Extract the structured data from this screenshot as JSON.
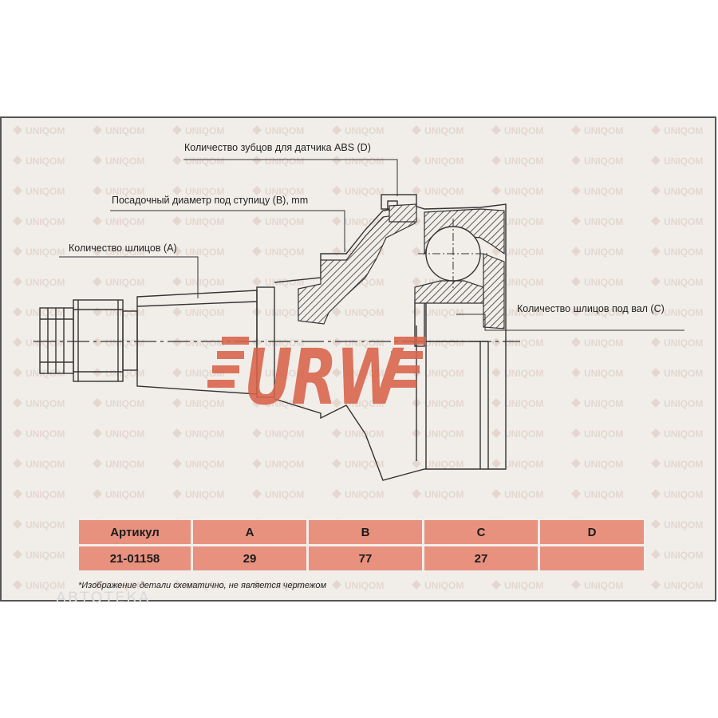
{
  "watermark": {
    "text": "UNIQOM"
  },
  "logo": {
    "text": "URW"
  },
  "callouts": {
    "abs": "Количество зубцов для датчика ABS (D)",
    "hub": "Посадочный диаметр под ступицу (B), mm",
    "splines": "Количество шлицов (A)",
    "shaft": "Количество шлицов под вал (C)"
  },
  "table": {
    "headers": [
      "Артикул",
      "A",
      "B",
      "C",
      "D"
    ],
    "values": [
      "21-01158",
      "29",
      "77",
      "27",
      ""
    ]
  },
  "note": "*Изображение детали схематично, не является чертежом",
  "site_watermark": "АВТОТЕКА",
  "colors": {
    "accent": "#e8917f",
    "logo": "#d9634a",
    "frame": "#555555",
    "background": "#f1eeea"
  }
}
